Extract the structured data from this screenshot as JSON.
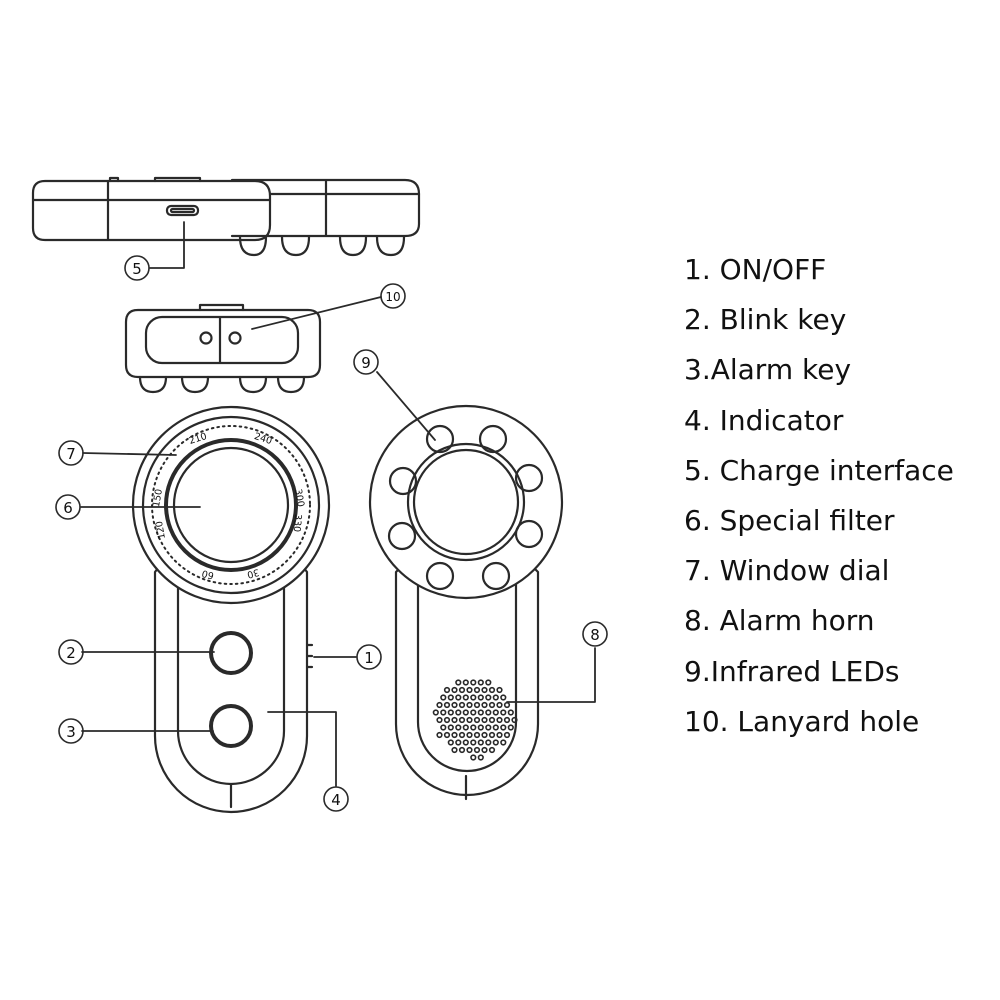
{
  "legend": [
    "1. ON/OFF",
    "2. Blink key",
    "3.Alarm key",
    "4. Indicator",
    "5. Charge interface",
    "6. Special filter",
    "7. Window dial",
    "8. Alarm horn",
    "9.Infrared LEDs",
    "10. Lanyard hole"
  ],
  "callouts": {
    "c1": "1",
    "c2": "2",
    "c3": "3",
    "c4": "4",
    "c5": "5",
    "c6": "6",
    "c7": "7",
    "c8": "8",
    "c9": "9",
    "c10": "10"
  },
  "dial_ticks": {
    "t210": "210",
    "t240": "240",
    "t300": "300",
    "t330": "330",
    "t30": "30",
    "t60": "60",
    "t120": "120",
    "t150": "150"
  },
  "colors": {
    "line": "#2a2a2a",
    "text": "#111111",
    "background": "#ffffff"
  }
}
